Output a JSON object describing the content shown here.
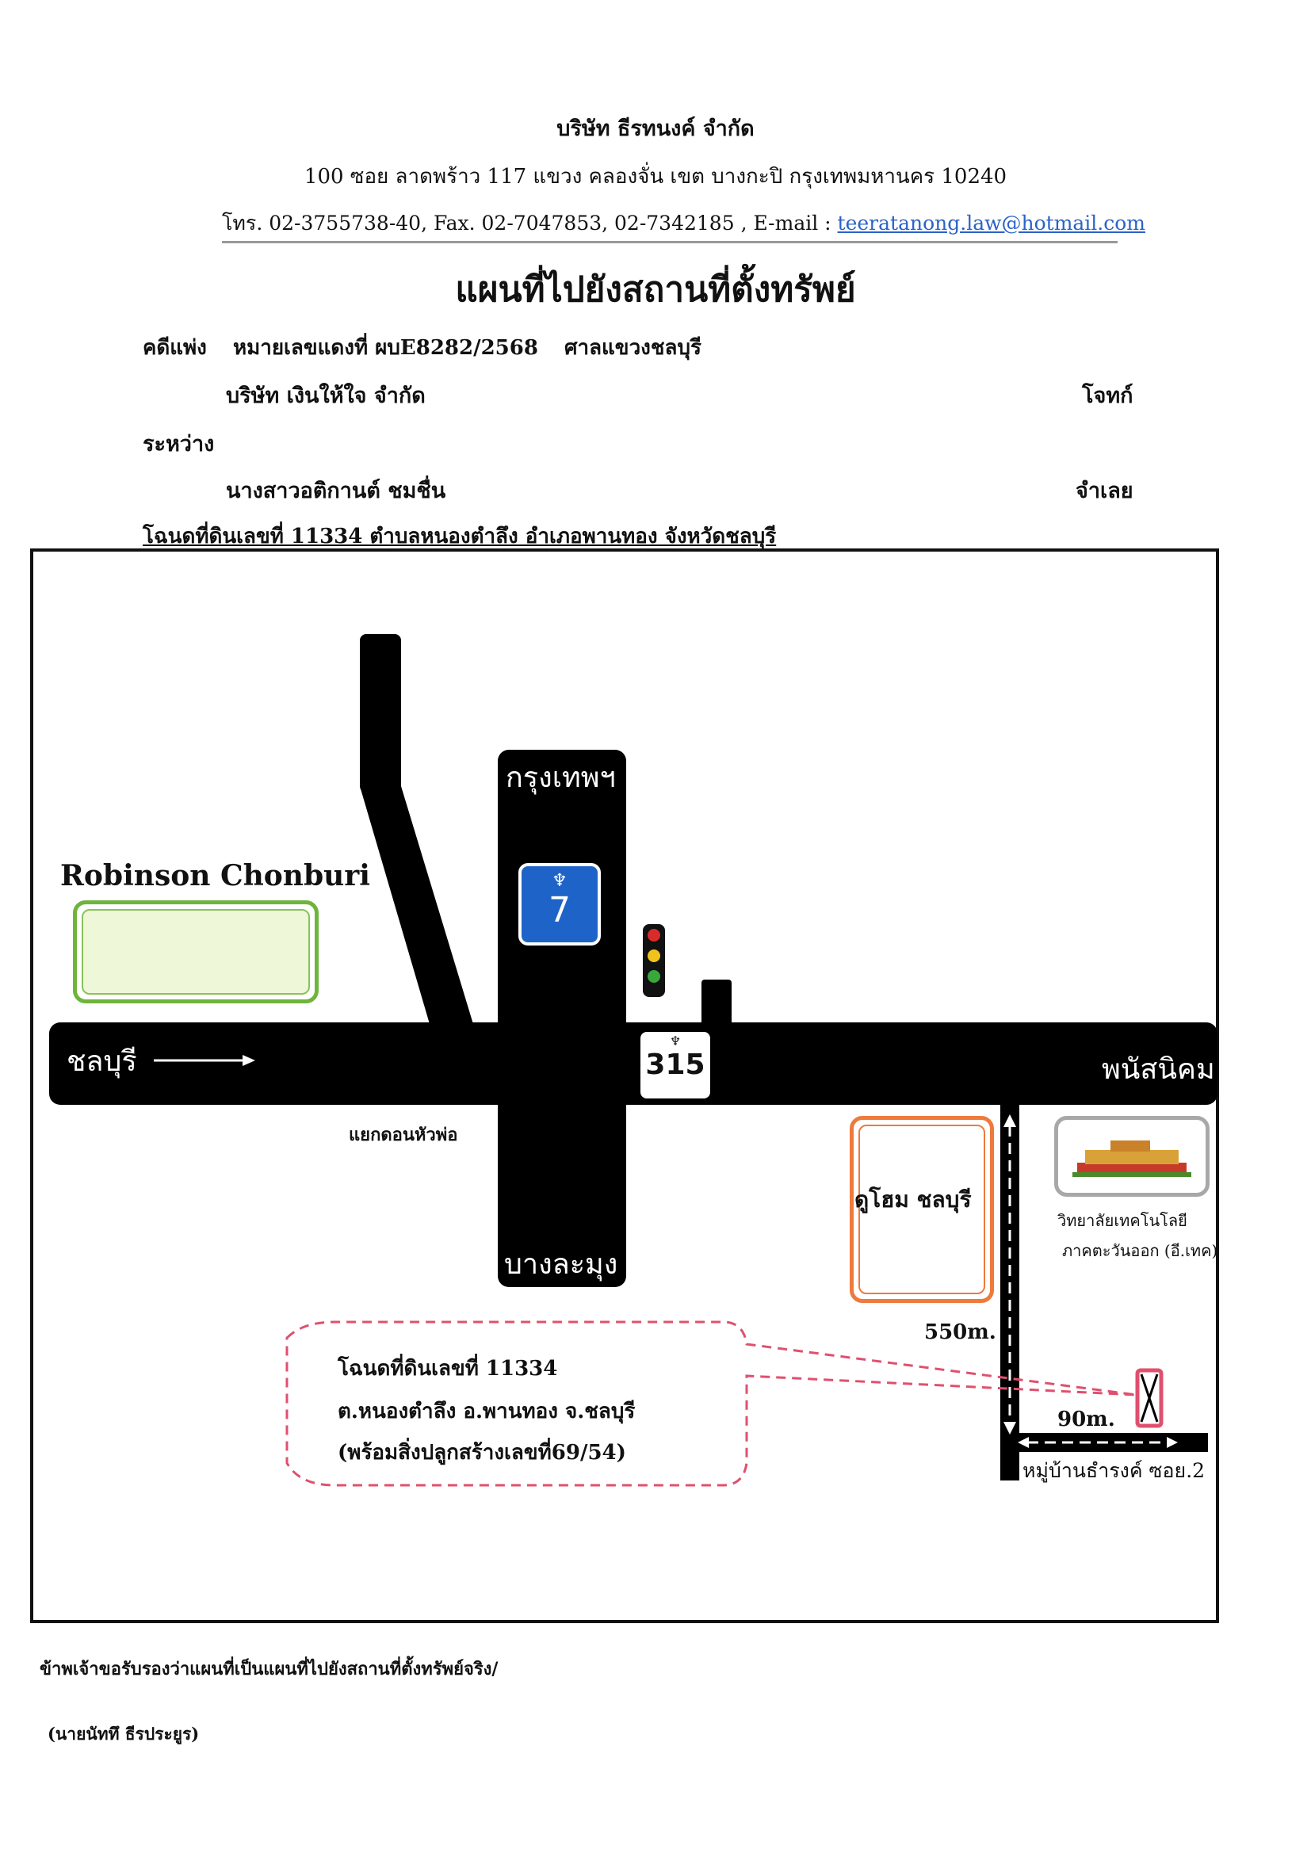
{
  "header": {
    "company": "บริษัท  ธีรทนงค์ จำกัด",
    "address": "100   ซอย ลาดพร้าว 117    แขวง คลองจั่น    เขต บางกะปิ   กรุงเทพมหานคร   10240",
    "contact_prefix": "โทร. 02-3755738-40, Fax.  02-7047853, 02-7342185 , E-mail : ",
    "email": "teeratanong.law@hotmail.com"
  },
  "title": "แผนที่ไปยังสถานที่ตั้งทรัพย์",
  "case": {
    "type": "คดีแพ่ง",
    "number": "หมายเลขแดงที่ ผบE8282/2568",
    "court": "ศาลแขวงชลบุรี"
  },
  "parties": {
    "plaintiff_name": "บริษัท เงินให้ใจ จำกัด",
    "plaintiff_role": "โจทก์",
    "between": "ระหว่าง",
    "defendant_name": "นางสาวอติกานต์ ชมชื่น",
    "defendant_role": "จำเลย"
  },
  "deed_line": "โฉนดที่ดินเลขที่ 11334 ตำบลหนองตำลึง อำเภอพานทอง   จังหวัดชลบุรี",
  "map": {
    "road_left": "ชลบุรี",
    "road_right": "พนัสนิคม",
    "road_top": "กรุงเทพฯ",
    "road_bottom": "บางละมุง",
    "highway_7": "7",
    "highway_315": "315",
    "intersection": "แยกดอนหัวพ่อ",
    "landmark_robinson": "Robinson Chonburi",
    "landmark_dohome": "ดูโฮม ชลบุรี",
    "landmark_college_1": "วิทยาลัยเทคโนโลยี",
    "landmark_college_2": "ภาคตะวันออก (อี.เทค)",
    "distance_1": "550m.",
    "distance_2": "90m.",
    "village": "หมู่บ้านธำรงค์ ซอย.2",
    "callout": {
      "line1": "โฉนดที่ดินเลขที่ 11334",
      "line2": "ต.หนองตำลึง อ.พานทอง   จ.ชลบุรี",
      "line3": "(พร้อมสิ่งปลูกสร้างเลขที่69/54)"
    },
    "colors": {
      "road": "#000000",
      "highway_blue": "#1e64c8",
      "robinson_green": "#6fb43c",
      "dohome_orange": "#ee7a3c",
      "college_gray": "#a8a8a8",
      "callout_red": "#e0506e"
    }
  },
  "footer": {
    "certify": "ข้าพเจ้าขอรับรองว่าแผนที่เป็นแผนที่ไปยังสถานที่ตั้งทรัพย์จริง/",
    "signer": "(นายนัททึ ธีรประยูร)"
  }
}
